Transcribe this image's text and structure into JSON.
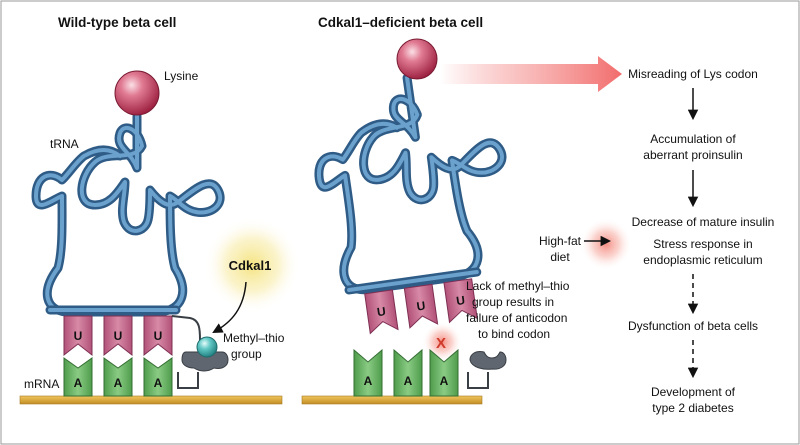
{
  "panels": {
    "wild_type_title": "Wild-type beta cell",
    "deficient_title": "Cdkal1–deficient beta cell"
  },
  "labels": {
    "lysine": "Lysine",
    "trna": "tRNA",
    "mrna": "mRNA",
    "cdkal1": "Cdkal1",
    "methylthio_line1": "Methyl–thio",
    "methylthio_line2": "group",
    "lack_line1": "Lack of methyl–thio",
    "lack_line2": "group results in",
    "lack_line3": "failure of anticodon",
    "lack_line4": "to bind codon",
    "x_mark": "X"
  },
  "bases": {
    "anticodon": [
      "U",
      "U",
      "U"
    ],
    "codon": [
      "A",
      "A",
      "A"
    ]
  },
  "flow": {
    "step1": "Misreading of Lys codon",
    "step2_line1": "Accumulation of",
    "step2_line2": "aberrant proinsulin",
    "step3": "Decrease of mature insulin",
    "step4_line1": "Stress response in",
    "step4_line2": "endoplasmic reticulum",
    "step5": "Dysfunction of beta cells",
    "step6_line1": "Development of",
    "step6_line2": "type 2 diabetes",
    "side_line1": "High-fat",
    "side_line2": "diet"
  },
  "colors": {
    "trna_outline": "#2f5c86",
    "trna_fill": "#4f87b5",
    "lysine": "#c23555",
    "anticodon_pink": "#c96a8e",
    "codon_green": "#6cb468",
    "mrna_strand": "#d9a73a",
    "methyl_teal": "#3fb2b0",
    "enzyme_gray": "#5f6670",
    "glow_yellow": "#f4e27a",
    "glow_red": "#f59b91",
    "big_arrow": "#f26c6c"
  }
}
